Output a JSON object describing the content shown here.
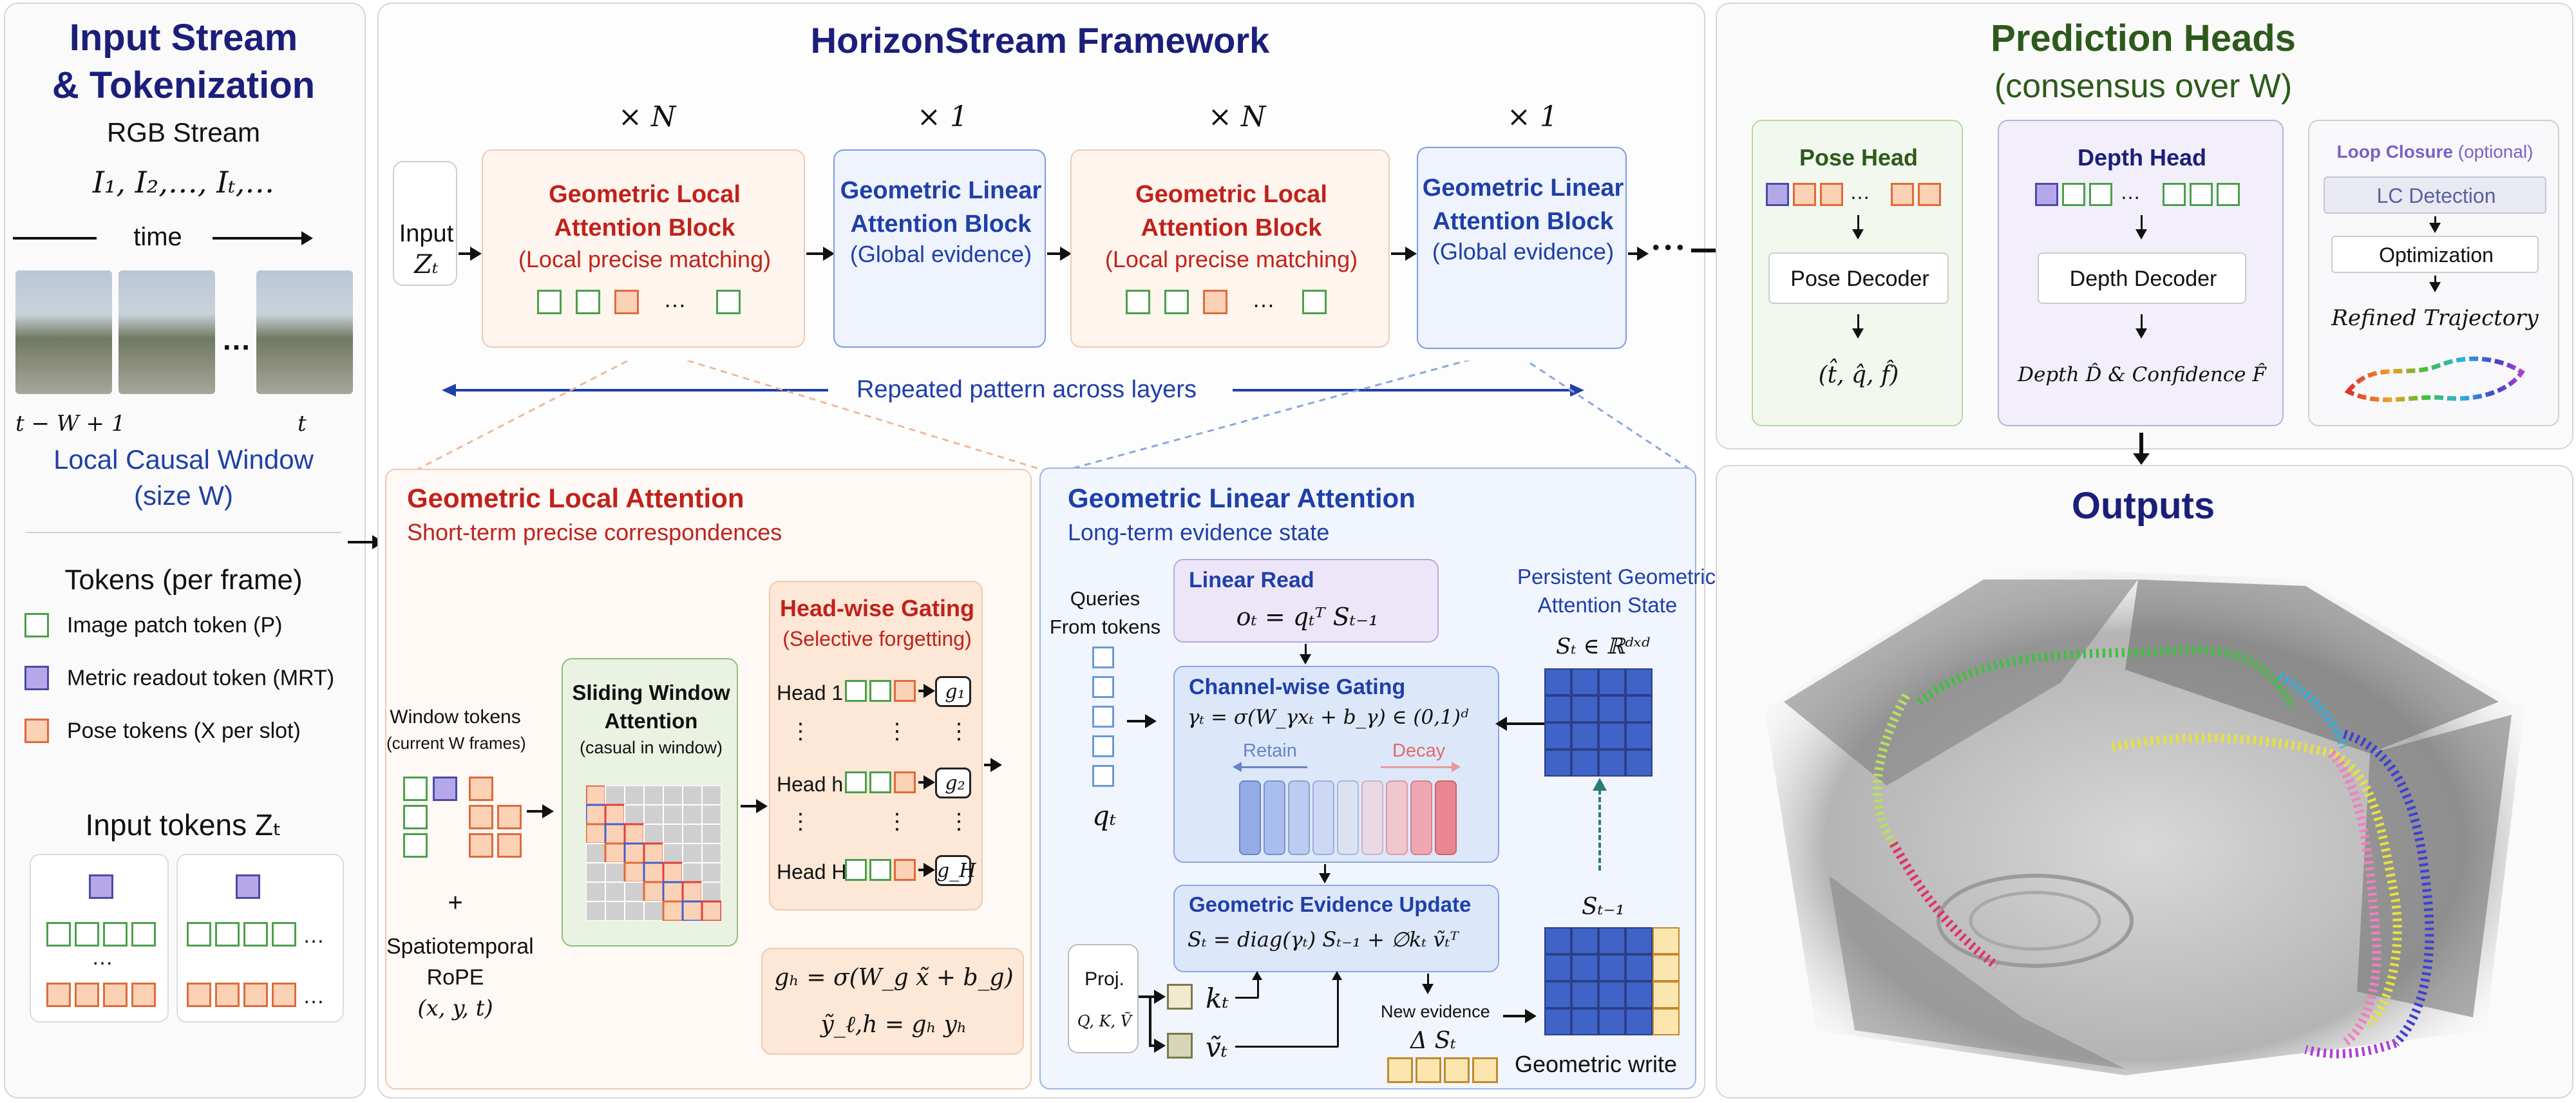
{
  "input_panel": {
    "title_line1": "Input Stream",
    "title_line2": "& Tokenization",
    "rgb_stream": "RGB Stream",
    "frames": "I₁, I₂,…, Iₜ,…",
    "time": "time",
    "window_left": "t − W + 1",
    "window_right": "t",
    "ellipsis": "…",
    "local_window_line1": "Local Causal Window",
    "local_window_line2": "(size W)",
    "tokens_title": "Tokens (per frame)",
    "legend": [
      {
        "label": "Image patch token (P)",
        "color": "#4aa04a"
      },
      {
        "label": "Metric readout token (MRT)",
        "color": "#8b7fd6"
      },
      {
        "label": "Pose tokens (X per slot)",
        "color": "#e06a3a"
      }
    ],
    "input_tokens_title": "Input tokens Zₜ",
    "dots": "…"
  },
  "framework": {
    "title": "HorizonStream Framework",
    "mult_n": "× N",
    "mult_1": "× 1",
    "input_label": "Input",
    "input_var": "Zₜ",
    "local_block": {
      "line1": "Geometric Local",
      "line2": "Attention Block",
      "line3": "(Local precise matching)"
    },
    "linear_block": {
      "line1": "Geometric Linear",
      "line2": "Attention Block",
      "line3": "(Global evidence)"
    },
    "ellipsis": "…",
    "trailing_dots": "• • •",
    "repeated": "Repeated pattern across layers"
  },
  "local_attention": {
    "title": "Geometric Local Attention",
    "subtitle": "Short-term precise correspondences",
    "window_tokens_line1": "Window tokens",
    "window_tokens_line2": "(current W frames)",
    "plus": "+",
    "rope_line1": "Spatiotemporal",
    "rope_line2": "RoPE",
    "rope_line3": "(x, y, t)",
    "swa_line1": "Sliding Window",
    "swa_line2": "Attention",
    "swa_line3": "(casual in window)",
    "gating_title": "Head-wise Gating",
    "gating_subtitle": "(Selective forgetting)",
    "heads": [
      {
        "label": "Head 1",
        "gate": "g₁"
      },
      {
        "label": "Head h",
        "gate": "g₂"
      },
      {
        "label": "Head H",
        "gate": "g_H"
      }
    ],
    "vdots": "⋮",
    "eq1": "gₕ = σ(W_g x̃ + b_g)",
    "eq2": "ỹ_ℓ,h = gₕ yₕ"
  },
  "linear_attention": {
    "title": "Geometric  Linear Attention",
    "subtitle": "Long-term evidence state",
    "queries_line1": "Queries",
    "queries_line2": "From tokens",
    "q_var": "qₜ",
    "linear_read_title": "Linear Read",
    "linear_read_eq": "oₜ = qₜᵀ Sₜ₋₁",
    "channel_title": "Channel-wise Gating",
    "channel_eq": "γₜ = σ(W_γxₜ + b_γ) ∈ (0,1)ᵈ",
    "retain": "Retain",
    "decay": "Decay",
    "persistent_line1": "Persistent Geometric",
    "persistent_line2": "Attention State",
    "state_label": "Sₜ ∈ ℝᵈˣᵈ",
    "update_title": "Geometric Evidence Update",
    "update_eq": "Sₜ = diag(γₜ) Sₜ₋₁ + ∅kₜ ṽₜᵀ",
    "prev_state": "Sₜ₋₁",
    "proj_line1": "Proj.",
    "proj_line2": "Q, K, Ṽ",
    "k_var": "kₜ",
    "v_var": "ṽₜ",
    "new_evidence": "New evidence",
    "delta": "Δ Sₜ",
    "geo_write": "Geometric write"
  },
  "prediction": {
    "title": "Prediction Heads",
    "subtitle": "(consensus over W)",
    "pose_head": "Pose Head",
    "pose_decoder": "Pose Decoder",
    "pose_out": "(t̂,  q̂,  f̂)",
    "depth_head": "Depth Head",
    "depth_decoder": "Depth Decoder",
    "depth_out": "Depth D̂ & Confidence F̂",
    "loop_title": "Loop Closure",
    "loop_optional": "(optional)",
    "lc_detection": "LC Detection",
    "optimization": "Optimization",
    "refined": "Refined Trajectory",
    "dots": "…"
  },
  "outputs": {
    "title": "Outputs"
  },
  "colors": {
    "navy": "#1b1f7a",
    "red": "#c0221b",
    "green": "#2d5a1b",
    "blue": "#1f3fa8",
    "purple": "#7b5fc8"
  }
}
